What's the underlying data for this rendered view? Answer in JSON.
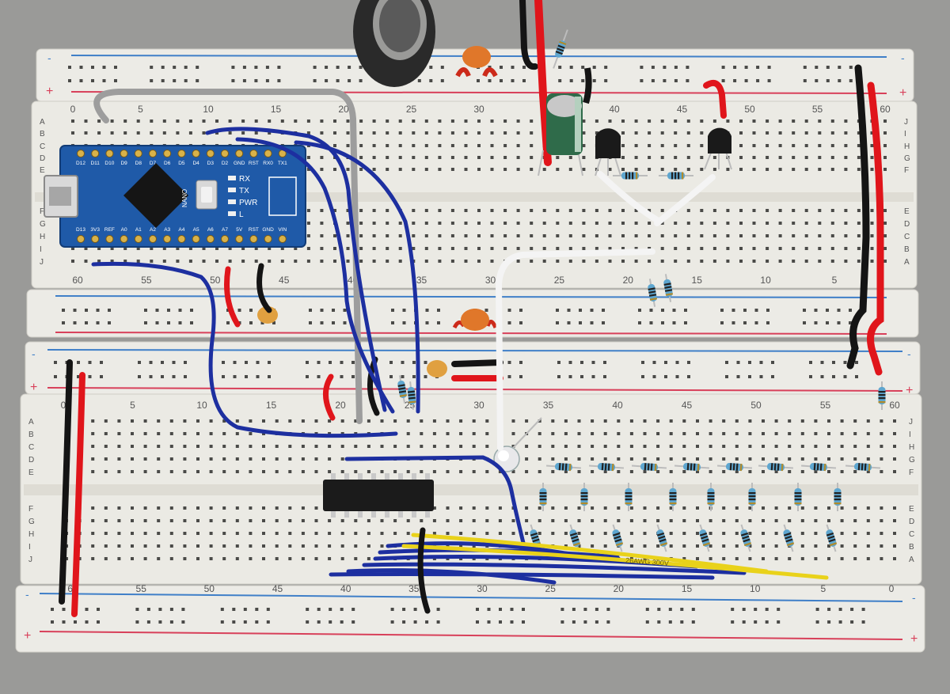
{
  "colors": {
    "table": "#9a9a98",
    "board": "#ecebe6",
    "hole": "#4a4a48",
    "rail_red": "#d8405a",
    "rail_blue": "#3f7fc8",
    "wire_blue": "#1d2fa0",
    "wire_red": "#e0151b",
    "wire_black": "#141414",
    "wire_white": "#f4f4f4",
    "wire_gray": "#9d9d9d",
    "wire_yellow": "#e9d21a",
    "pcb_blue": "#1f5aa8",
    "cap_orange": "#e0772a",
    "resistor_body": "#5ea6cf",
    "ic_black": "#1b1b1b"
  },
  "boards": [
    {
      "id": "top",
      "col_numbers": [
        "0",
        "5",
        "10",
        "15",
        "20",
        "25",
        "30",
        "35",
        "40",
        "45",
        "50",
        "55",
        "60"
      ],
      "row_letters_top": [
        "A",
        "B",
        "C",
        "D",
        "E"
      ],
      "row_letters_bottom": [
        "F",
        "G",
        "H",
        "I",
        "J"
      ],
      "right_letters_top": [
        "J",
        "I",
        "H",
        "G",
        "F"
      ],
      "right_letters_bottom": [
        "E",
        "D",
        "C",
        "B",
        "A"
      ],
      "bottom_numbers": [
        "60",
        "55",
        "50",
        "45",
        "40",
        "35",
        "30",
        "25",
        "20",
        "15",
        "10",
        "5"
      ]
    },
    {
      "id": "bottom",
      "col_numbers": [
        "0",
        "5",
        "10",
        "15",
        "20",
        "25",
        "30",
        "35",
        "40",
        "45",
        "50",
        "55",
        "60"
      ],
      "row_letters_top": [
        "A",
        "B",
        "C",
        "D",
        "E"
      ],
      "row_letters_bottom": [
        "F",
        "G",
        "H",
        "I",
        "J"
      ],
      "right_letters_top": [
        "J",
        "I",
        "H",
        "G",
        "F"
      ],
      "right_letters_bottom": [
        "E",
        "D",
        "C",
        "B",
        "A"
      ],
      "bottom_numbers": [
        "60",
        "55",
        "50",
        "45",
        "40",
        "35",
        "30",
        "25",
        "20",
        "15",
        "10",
        "5",
        "0"
      ]
    }
  ],
  "rail_signs": {
    "plus": "+",
    "minus": "-"
  },
  "arduino": {
    "top_pins": [
      "D12",
      "D11",
      "D10",
      "D9",
      "D8",
      "D7",
      "D6",
      "D5",
      "D4",
      "D3",
      "D2",
      "GND",
      "RST",
      "RX0",
      "TX1"
    ],
    "bottom_pins": [
      "D13",
      "3V3",
      "REF",
      "A0",
      "A1",
      "A2",
      "A3",
      "A4",
      "A5",
      "A6",
      "A7",
      "5V",
      "RST",
      "GND",
      "VIN"
    ],
    "led_labels": [
      "RX",
      "TX",
      "PWR",
      "L"
    ],
    "board_name": "NANO"
  },
  "wire_print": "26AWG 300V"
}
